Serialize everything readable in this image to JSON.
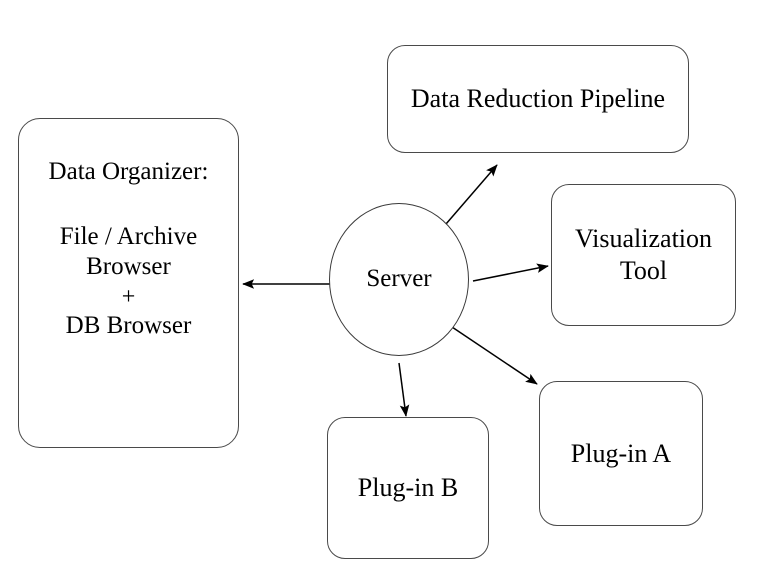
{
  "diagram": {
    "type": "block-architecture-diagram",
    "background_color": "#ffffff",
    "stroke_color": "#4a4a4a",
    "text_color": "#000000",
    "nodes": [
      {
        "id": "data-organizer",
        "shape": "rounded-rectangle",
        "title": "Data Organizer:",
        "lines": [
          "File / Archive",
          "Browser",
          "+",
          "DB Browser"
        ]
      },
      {
        "id": "server",
        "shape": "ellipse",
        "label": "Server"
      },
      {
        "id": "pipeline",
        "shape": "rounded-rectangle",
        "lines": [
          "Data Reduction Pipeline"
        ]
      },
      {
        "id": "visualization",
        "shape": "rounded-rectangle",
        "lines": [
          "Visualization",
          "Tool"
        ]
      },
      {
        "id": "plugin-a",
        "shape": "rounded-rectangle",
        "lines": [
          "Plug-in A"
        ]
      },
      {
        "id": "plugin-b",
        "shape": "rounded-rectangle",
        "lines": [
          "Plug-in B"
        ]
      }
    ],
    "edges": [
      {
        "id": "server-to-data-organizer",
        "from": "server",
        "to": "data-organizer",
        "direction": "one-way"
      },
      {
        "id": "server-to-pipeline",
        "from": "server",
        "to": "pipeline",
        "direction": "one-way"
      },
      {
        "id": "server-to-visualization",
        "from": "server",
        "to": "visualization",
        "direction": "one-way"
      },
      {
        "id": "server-to-plugin-a",
        "from": "server",
        "to": "plugin-a",
        "direction": "one-way"
      },
      {
        "id": "server-to-plugin-b",
        "from": "server",
        "to": "plugin-b",
        "direction": "one-way"
      }
    ]
  }
}
